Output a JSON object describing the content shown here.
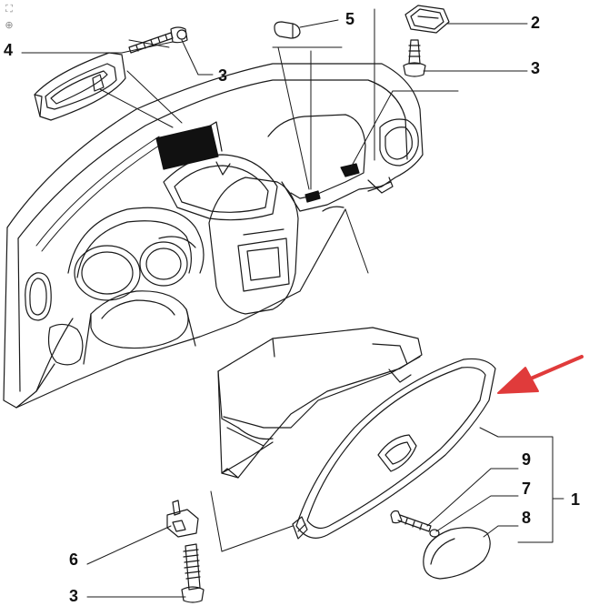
{
  "toolbar": {
    "fit_icon": "fit-to-page-icon",
    "zoom_icon": "zoom-in-icon"
  },
  "callouts": {
    "c1": "1",
    "c2": "2",
    "c3_top_left": "3",
    "c3_top_right": "3",
    "c3_bottom": "3",
    "c4": "4",
    "c5": "5",
    "c6": "6",
    "c7": "7",
    "c8": "8",
    "c9": "9"
  },
  "colors": {
    "line": "#1a1a1a",
    "highlight_arrow": "#e03b3b",
    "filled_part": "#111111"
  }
}
